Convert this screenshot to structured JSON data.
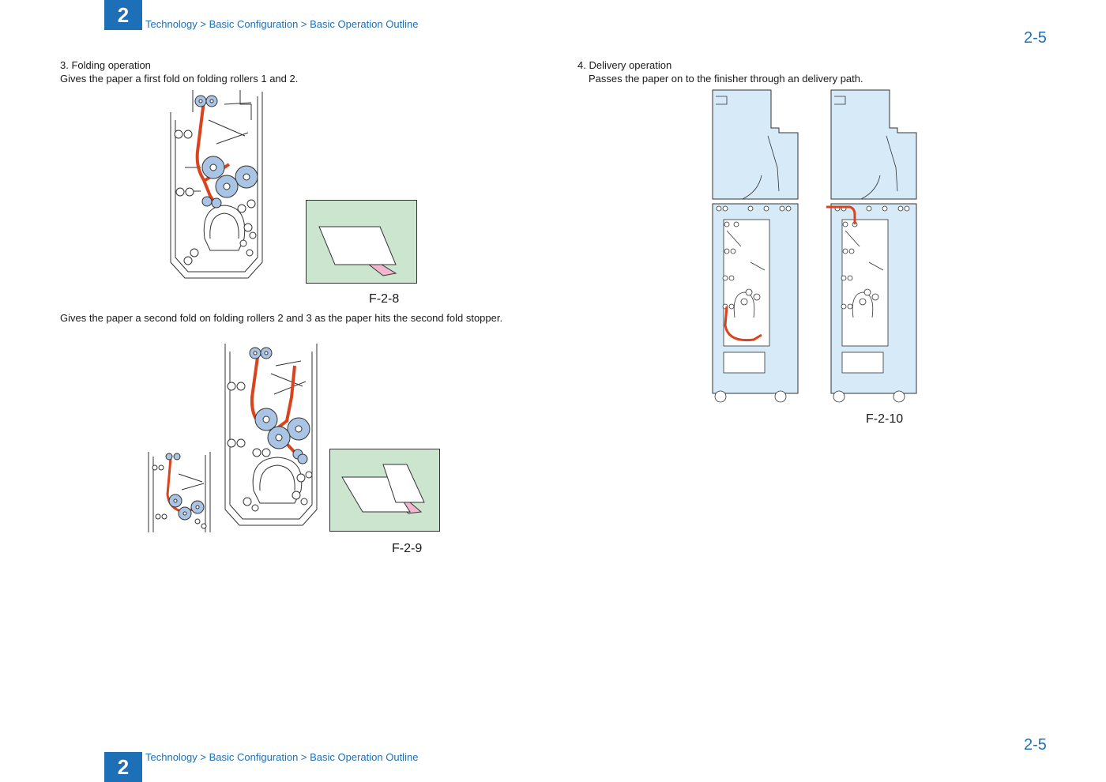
{
  "header": {
    "chapter": "2",
    "breadcrumb": "Technology > Basic Configuration > Basic Operation Outline",
    "page_number": "2-5"
  },
  "footer": {
    "chapter": "2",
    "breadcrumb": "Technology > Basic Configuration > Basic Operation Outline",
    "page_number": "2-5"
  },
  "section_folding": {
    "heading": "3.   Folding operation",
    "desc_first": "Gives the paper a first fold on folding rollers 1 and 2.",
    "fig1_caption": "F-2-8",
    "desc_second": "Gives the paper a second fold on folding rollers 2 and 3 as the paper hits the second fold stopper.",
    "fig2_caption": "F-2-9"
  },
  "section_delivery": {
    "heading": "4.   Delivery operation",
    "desc": "Passes the paper on to the finisher through an delivery path.",
    "fig_caption": "F-2-10"
  },
  "colors": {
    "accent": "#1d70b8",
    "paper_path": "#d9441e",
    "roller_fill": "#a9c4e4",
    "unit_fill": "#d6eaf8",
    "panel_fill": "#cce5cf",
    "fold_fill": "#f2b6cf"
  }
}
